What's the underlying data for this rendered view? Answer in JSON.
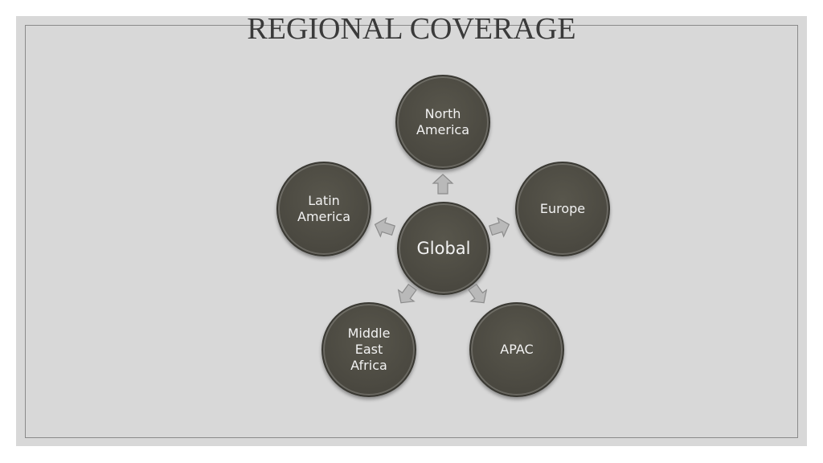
{
  "slide": {
    "title": "REGIONAL COVERAGE"
  },
  "diagram": {
    "center": "Global",
    "regions": {
      "north_america": "North\nAmerica",
      "europe": "Europe",
      "apac": "APAC",
      "middle_east_africa": "Middle\nEast\nAfrica",
      "latin_america": "Latin\nAmerica"
    },
    "colors": {
      "circle_fill": "#4a4840",
      "arrow_fill": "#b8b8b8",
      "background": "#d8d8d8",
      "text": "#f2f2f2"
    }
  }
}
